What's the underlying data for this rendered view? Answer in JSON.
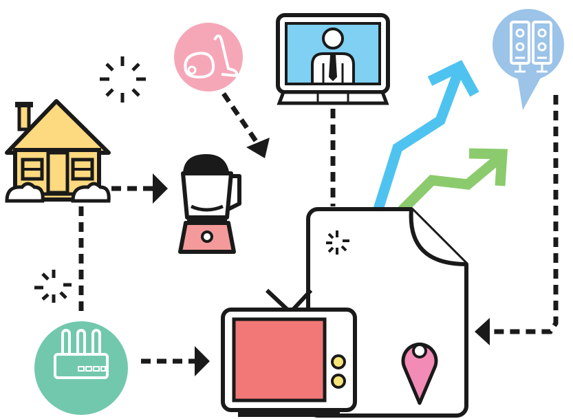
{
  "colors": {
    "outline": "#1a1a1a",
    "house_fill": "#fdd97f",
    "vacuum_circle": "#f5a7b8",
    "monitor_screen": "#7fd0f3",
    "speaker_bubble": "#9cc3e8",
    "router_circle": "#72c8ad",
    "tv_screen": "#f27878",
    "tv_knob": "#f6e47a",
    "blender_base": "#f49a9a",
    "pin": "#f28bb5",
    "blue_arrow": "#4fc3f0",
    "green_arrow": "#8ccb6d",
    "paper": "#ffffff"
  },
  "nodes": [
    {
      "id": "house",
      "icon": "house-icon"
    },
    {
      "id": "vacuum",
      "icon": "vacuum-cleaner-icon"
    },
    {
      "id": "monitor",
      "icon": "video-call-monitor-icon"
    },
    {
      "id": "speakers",
      "icon": "speakers-icon"
    },
    {
      "id": "blender",
      "icon": "blender-icon"
    },
    {
      "id": "router",
      "icon": "wifi-router-icon"
    },
    {
      "id": "tv",
      "icon": "retro-tv-icon"
    },
    {
      "id": "document",
      "icon": "document-with-location-pin-icon"
    }
  ],
  "connections": [
    {
      "from": "house",
      "to": "blender"
    },
    {
      "from": "vacuum",
      "to": "blender"
    },
    {
      "from": "house",
      "to": "router"
    },
    {
      "from": "router",
      "to": "tv"
    },
    {
      "from": "monitor",
      "to": "document"
    },
    {
      "from": "speakers",
      "to": "document"
    }
  ],
  "trend_arrows": [
    {
      "name": "blue-trend-arrow",
      "color": "blue_arrow"
    },
    {
      "name": "green-trend-arrow",
      "color": "green_arrow"
    }
  ]
}
